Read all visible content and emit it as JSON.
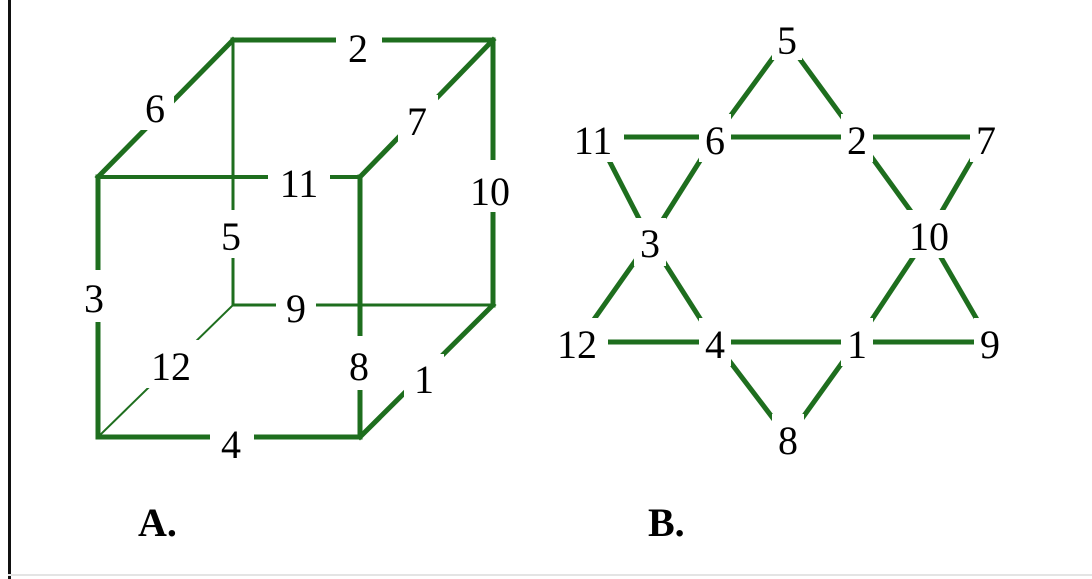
{
  "colors": {
    "edge": "#1e6e1e",
    "text": "#000000",
    "background": "#ffffff"
  },
  "figure_a": {
    "caption": "A.",
    "edge_labels": {
      "e1": "1",
      "e2": "2",
      "e3": "3",
      "e4": "4",
      "e5": "5",
      "e6": "6",
      "e7": "7",
      "e8": "8",
      "e9": "9",
      "e10": "10",
      "e11": "11",
      "e12": "12"
    }
  },
  "figure_b": {
    "caption": "B.",
    "node_labels": {
      "n1": "1",
      "n2": "2",
      "n3": "3",
      "n4": "4",
      "n5": "5",
      "n6": "6",
      "n7": "7",
      "n8": "8",
      "n9": "9",
      "n10": "10",
      "n11": "11",
      "n12": "12"
    }
  }
}
